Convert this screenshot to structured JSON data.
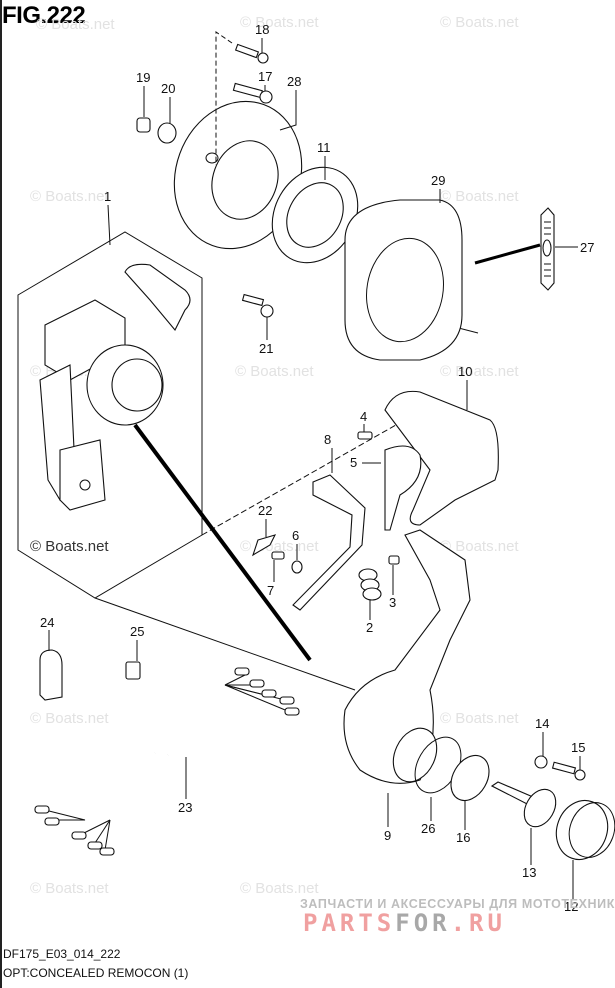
{
  "figure": {
    "title": "FIG.222",
    "code": "DF175_E03_014_222",
    "caption": "OPT:CONCEALED REMOCON (1)"
  },
  "watermark": {
    "text": "© Boats.net"
  },
  "promo": {
    "tagline": "ЗАПЧАСТИ И АКСЕССУАРЫ ДЛЯ МОТОТЕХНИКИ",
    "brand_part1": "PARTS",
    "brand_part2": "FOR",
    "brand_part3": ".RU",
    "colors": {
      "red": "#f0a0a0",
      "gray": "#a8a8a8"
    }
  },
  "callouts": [
    {
      "id": "1",
      "label": "1"
    },
    {
      "id": "2",
      "label": "2"
    },
    {
      "id": "3",
      "label": "3"
    },
    {
      "id": "4",
      "label": "4"
    },
    {
      "id": "5",
      "label": "5"
    },
    {
      "id": "6",
      "label": "6"
    },
    {
      "id": "7",
      "label": "7"
    },
    {
      "id": "8",
      "label": "8"
    },
    {
      "id": "9",
      "label": "9"
    },
    {
      "id": "10",
      "label": "10"
    },
    {
      "id": "11",
      "label": "11"
    },
    {
      "id": "12",
      "label": "12"
    },
    {
      "id": "13",
      "label": "13"
    },
    {
      "id": "14",
      "label": "14"
    },
    {
      "id": "15",
      "label": "15"
    },
    {
      "id": "16",
      "label": "16"
    },
    {
      "id": "17",
      "label": "17"
    },
    {
      "id": "18",
      "label": "18"
    },
    {
      "id": "19",
      "label": "19"
    },
    {
      "id": "20",
      "label": "20"
    },
    {
      "id": "21",
      "label": "21"
    },
    {
      "id": "22",
      "label": "22"
    },
    {
      "id": "23",
      "label": "23"
    },
    {
      "id": "24",
      "label": "24"
    },
    {
      "id": "25",
      "label": "25"
    },
    {
      "id": "26",
      "label": "26"
    },
    {
      "id": "27",
      "label": "27"
    },
    {
      "id": "28",
      "label": "28"
    },
    {
      "id": "29",
      "label": "29"
    }
  ]
}
